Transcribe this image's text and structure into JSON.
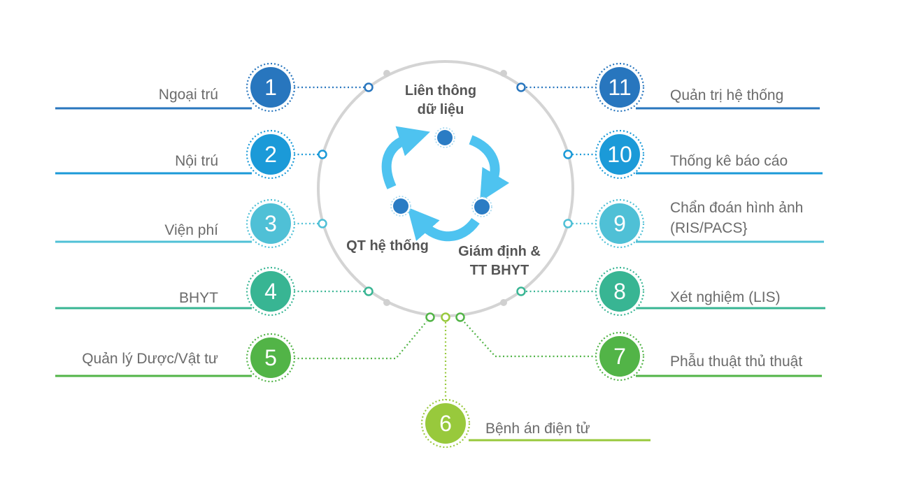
{
  "center": {
    "label_top_line1": "Liên thông",
    "label_top_line2": "dữ liệu",
    "label_left": "QT hệ thống",
    "label_right_line1": "Giám định &",
    "label_right_line2": "TT BHYT"
  },
  "colors": {
    "ring": "#d4d4d4",
    "arrow": "#4ec3f0",
    "center_dot": "#2b7cc4"
  },
  "modules": [
    {
      "number": "1",
      "label": "Ngoại trú",
      "color": "#2876be"
    },
    {
      "number": "2",
      "label": "Nội trú",
      "color": "#1b9ad8"
    },
    {
      "number": "3",
      "label": "Viện phí",
      "color": "#4fc0d6"
    },
    {
      "number": "4",
      "label": "BHYT",
      "color": "#38b593"
    },
    {
      "number": "5",
      "label": "Quản lý Dược/Vật tư",
      "color": "#52b447"
    },
    {
      "number": "6",
      "label": "Bệnh án điện tử",
      "color": "#98c93c"
    },
    {
      "number": "7",
      "label": "Phẫu thuật thủ thuật",
      "color": "#52b447"
    },
    {
      "number": "8",
      "label": "Xét nghiệm (LIS)",
      "color": "#38b593"
    },
    {
      "number": "9",
      "label_line1": "Chẩn đoán hình ảnh",
      "label_line2": "(RIS/PACS}",
      "color": "#4fc0d6"
    },
    {
      "number": "10",
      "label": "Thống kê báo cáo",
      "color": "#1b9ad8"
    },
    {
      "number": "11",
      "label": "Quản trị hệ thống",
      "color": "#2876be"
    }
  ]
}
